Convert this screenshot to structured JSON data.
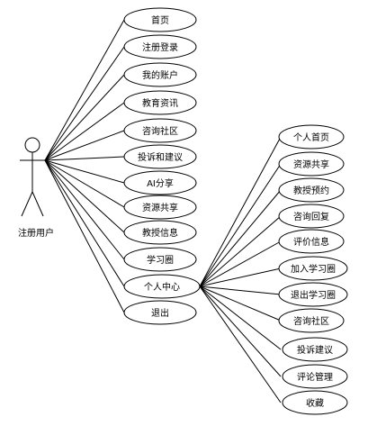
{
  "actor": {
    "label": "注册用户"
  },
  "use_cases": [
    {
      "id": "uc-homepage",
      "label": "首页"
    },
    {
      "id": "uc-register-login",
      "label": "注册登录"
    },
    {
      "id": "uc-my-account",
      "label": "我的账户"
    },
    {
      "id": "uc-education-news",
      "label": "教育资讯"
    },
    {
      "id": "uc-consult-community",
      "label": "咨询社区"
    },
    {
      "id": "uc-complaints-suggestions",
      "label": "投诉和建议"
    },
    {
      "id": "uc-ai-share",
      "label": "AI分享"
    },
    {
      "id": "uc-resource-share",
      "label": "资源共享"
    },
    {
      "id": "uc-professor-info",
      "label": "教授信息"
    },
    {
      "id": "uc-study-circle",
      "label": "学习圈"
    },
    {
      "id": "uc-personal-center",
      "label": "个人中心"
    },
    {
      "id": "uc-logout",
      "label": "退出"
    }
  ],
  "personal_center_children": [
    {
      "id": "sub-personal-home",
      "label": "个人首页"
    },
    {
      "id": "sub-resource-share",
      "label": "资源共享"
    },
    {
      "id": "sub-professor-appointment",
      "label": "教授预约"
    },
    {
      "id": "sub-consult-reply",
      "label": "咨询回复"
    },
    {
      "id": "sub-review-info",
      "label": "评价信息"
    },
    {
      "id": "sub-join-circle",
      "label": "加入学习圈"
    },
    {
      "id": "sub-leave-circle",
      "label": "退出学习圈"
    },
    {
      "id": "sub-consult-community",
      "label": "咨询社区"
    },
    {
      "id": "sub-complaint-suggestion",
      "label": "投诉建议"
    },
    {
      "id": "sub-comment-manage",
      "label": "评论管理"
    },
    {
      "id": "sub-favorites",
      "label": "收藏"
    }
  ]
}
